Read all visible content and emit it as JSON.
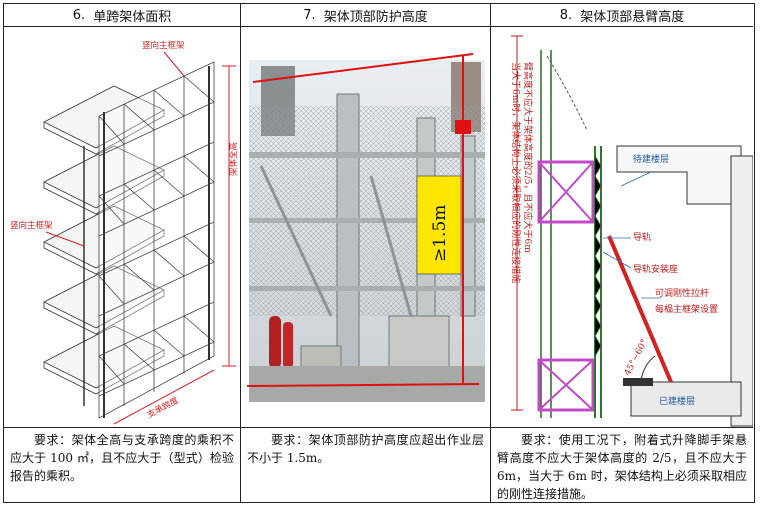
{
  "columns": [
    {
      "number": "6.",
      "title": "单跨架体面积",
      "annotations": {
        "vertical_frame_top": "竖向主框架",
        "vertical_frame_left": "竖向主框架",
        "full_height": "架体全高",
        "span": "支承跨度"
      },
      "requirement": "要求：架体全高与支承跨度的乘积不应大于 100 ㎡，且不应大于（型式）检验报告的乘积。"
    },
    {
      "number": "7.",
      "title": "架体顶部防护高度",
      "annotations": {
        "height_label": "≥1.5m"
      },
      "requirement": "要求：架体顶部防护高度应超出作业层不小于 1.5m。"
    },
    {
      "number": "8.",
      "title": "架体顶部悬臂高度",
      "annotations": {
        "vertical_note_1": "臂高度不应大于架体高度的2/5，且不应大于6m",
        "vertical_note_2": "当大于6m时，架体结构上必须采取相应的刚性连接措施",
        "floor_to_build": "待建楼层",
        "guide_rail": "导轨",
        "rail_seat": "导轨安装座",
        "rod_1": "可调刚性拉杆",
        "rod_2": "每榀主框架设置",
        "angle": "45°~60°",
        "built_floor": "已建楼层"
      },
      "requirement": "要求：使用工况下，附着式升降脚手架悬臂高度不应大于架体高度的 2/5，且不应大于 6m，当大于 6m 时，架体结构上必须采取相应的刚性连接措施。"
    }
  ],
  "colors": {
    "annotation_red": "#d42020",
    "highlight_yellow": "#ffe600",
    "frame_magenta": "#c04ac8"
  }
}
